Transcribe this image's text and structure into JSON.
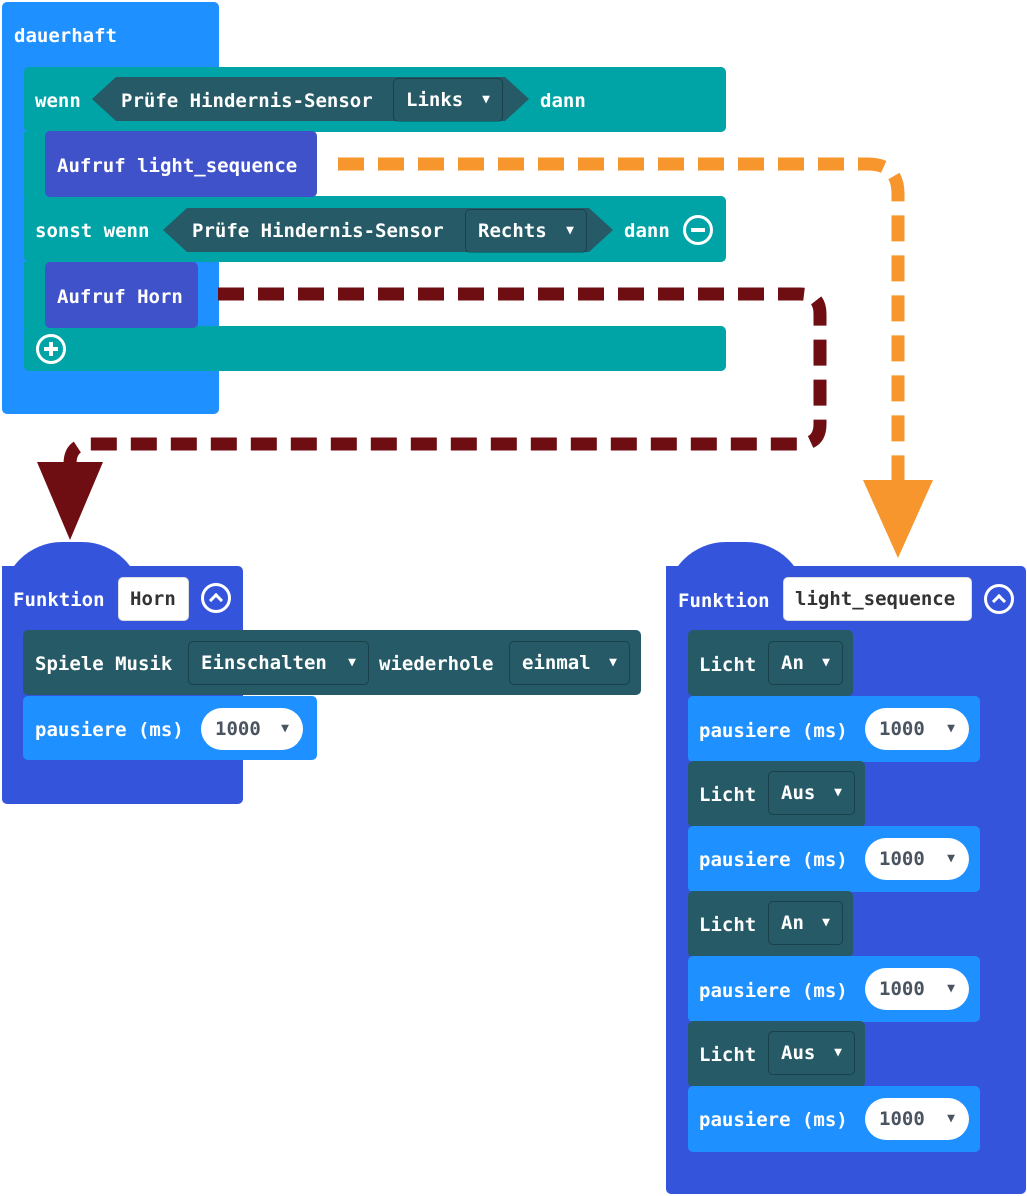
{
  "main_program": {
    "forever_label": "dauerhaft",
    "if_label": "wenn",
    "then_label": "dann",
    "else_if_label": "sonst wenn",
    "condition1": {
      "label": "Prüfe Hindernis-Sensor",
      "option": "Links"
    },
    "call1": "Aufruf light_sequence",
    "condition2": {
      "label": "Prüfe Hindernis-Sensor",
      "option": "Rechts"
    },
    "call2": "Aufruf Horn"
  },
  "func_horn": {
    "function_label": "Funktion",
    "name": "Horn",
    "music": {
      "label": "Spiele Musik",
      "melody": "Einschalten",
      "repeat_label": "wiederhole",
      "repeat_value": "einmal"
    },
    "pause": {
      "label": "pausiere (ms)",
      "value": "1000"
    }
  },
  "func_light": {
    "function_label": "Funktion",
    "name": "light_sequence",
    "steps": [
      {
        "light_label": "Licht",
        "state": "An",
        "pause_label": "pausiere (ms)",
        "pause_value": "1000"
      },
      {
        "light_label": "Licht",
        "state": "Aus",
        "pause_label": "pausiere (ms)",
        "pause_value": "1000"
      },
      {
        "light_label": "Licht",
        "state": "An",
        "pause_label": "pausiere (ms)",
        "pause_value": "1000"
      },
      {
        "light_label": "Licht",
        "state": "Aus",
        "pause_label": "pausiere (ms)",
        "pause_value": "1000"
      }
    ]
  },
  "colors": {
    "forever": "#1e90ff",
    "logic": "#00a4a6",
    "function": "#3455db",
    "call": "#4052c9",
    "dark_block": "#255a66",
    "arrow_orange": "#f7962d",
    "arrow_darkred": "#6e0e12"
  },
  "icons": {
    "add": "plus-circle-icon",
    "remove": "minus-circle-icon",
    "collapse": "chevron-up-circle-icon",
    "dropdown": "caret-down-icon"
  }
}
